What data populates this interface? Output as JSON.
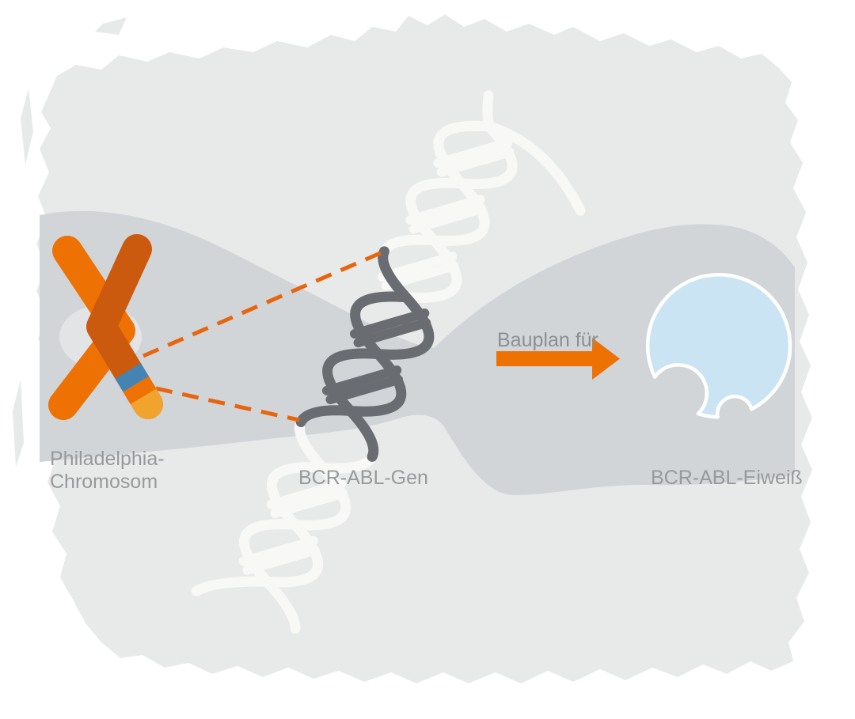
{
  "diagram": {
    "labels": {
      "chromosome_line1": "Philadelphia-",
      "chromosome_line2": "Chromosom",
      "gene": "BCR-ABL-Gen",
      "arrow": "Bauplan für",
      "protein": "BCR-ABL-Eiweiß"
    },
    "icons": [
      "philadelphia-chromosome-illustration",
      "dna-double-helix-illustration",
      "bcr-abl-gene-dark-segment",
      "dashed-connector-lines",
      "right-arrow-icon",
      "protein-blob-illustration",
      "torn-paper-background"
    ],
    "colors": {
      "canvas_gray": "#e8e9e9",
      "wave_band_gray": "#d1d5d8",
      "halo_gray": "#e2e4e6",
      "chromosome_orange": "#ee7203",
      "chromosome_dark_orange": "#cb5a0e",
      "gene_band_blue": "#4584b2",
      "tip_amber": "#f0a42e",
      "dash_orange": "#e8650d",
      "helix_light": "#f8f8f6",
      "helix_dark": "#696c71",
      "protein_blue": "#cbe4f4",
      "label_gray": "#97999b",
      "arrow_label_gray": "#8c9095"
    }
  }
}
